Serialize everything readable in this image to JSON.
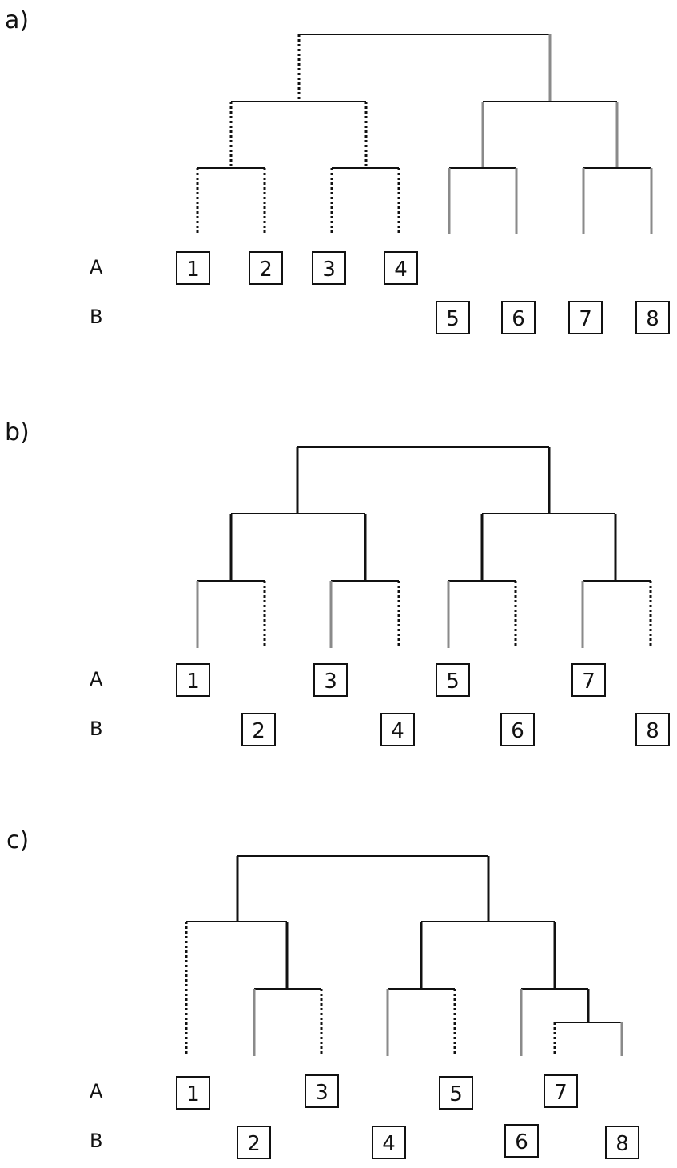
{
  "panels": [
    {
      "label": "a)",
      "rows": [
        "A",
        "B"
      ],
      "leaves_row_a": [
        "1",
        "2",
        "3",
        "4"
      ],
      "leaves_row_b": [
        "5",
        "6",
        "7",
        "8"
      ]
    },
    {
      "label": "b)",
      "rows": [
        "A",
        "B"
      ],
      "leaves_row_a": [
        "1",
        "3",
        "5",
        "7"
      ],
      "leaves_row_b": [
        "2",
        "4",
        "6",
        "8"
      ]
    },
    {
      "label": "c)",
      "rows": [
        "A",
        "B"
      ],
      "leaves_row_a": [
        "1",
        "3",
        "5",
        "7"
      ],
      "leaves_row_b": [
        "2",
        "4",
        "6",
        "8"
      ]
    }
  ],
  "colors": {
    "black_branch": "#111111",
    "gray_branch": "#8a8a8a"
  }
}
